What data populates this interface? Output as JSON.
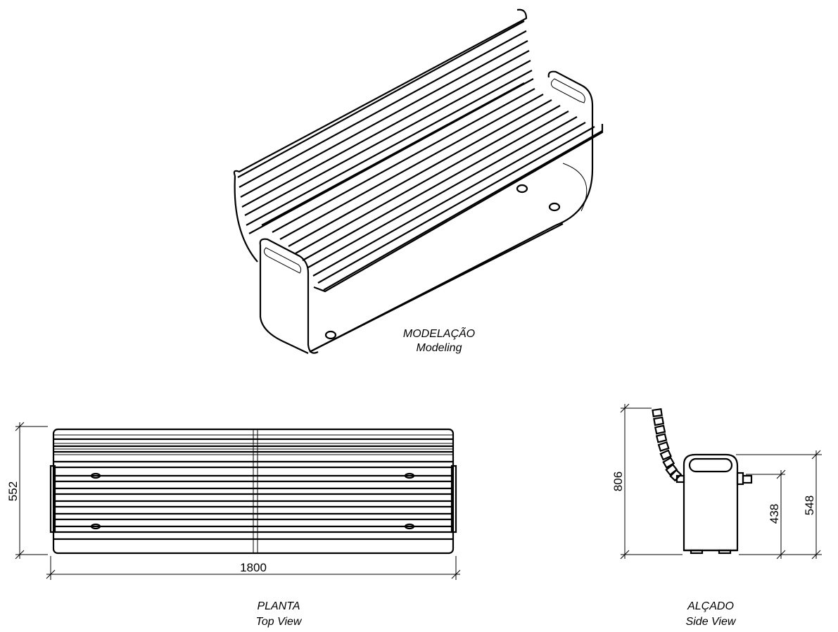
{
  "views": {
    "modeling": {
      "title": "MODELAÇÃO",
      "subtitle": "Modeling"
    },
    "top": {
      "title": "PLANTA",
      "subtitle": "Top View"
    },
    "side": {
      "title": "ALÇADO",
      "subtitle": "Side View"
    }
  },
  "dimensions": {
    "top_width": "1800",
    "top_depth": "552",
    "side_total_height": "806",
    "side_seat_height": "438",
    "side_armrest_height": "548"
  }
}
